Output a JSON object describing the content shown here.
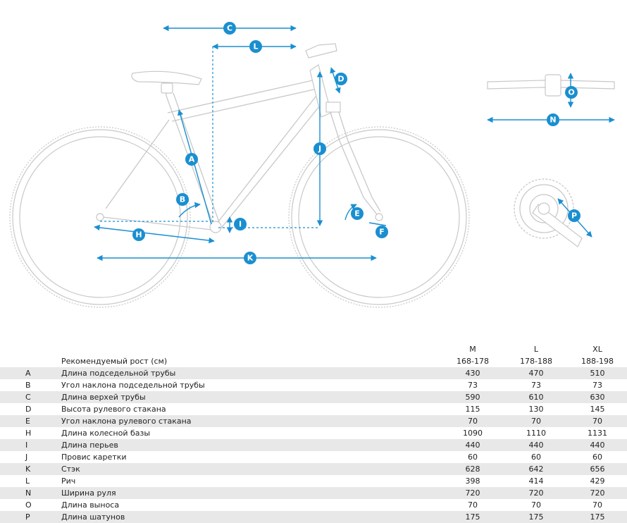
{
  "diagram_labels": [
    "A",
    "B",
    "C",
    "D",
    "E",
    "F",
    "H",
    "I",
    "J",
    "K",
    "L",
    "N",
    "O",
    "P"
  ],
  "colors": {
    "accent": "#1a8fd0",
    "frame": "#c8c8c8",
    "row_shade": "#e8e8e8"
  },
  "table": {
    "size_headers": [
      "M",
      "L",
      "XL"
    ],
    "recommended_height": {
      "label": "Рекомендуемый рост (см)",
      "values": [
        "168-178",
        "178-188",
        "188-198"
      ]
    },
    "rows": [
      {
        "code": "A",
        "name": "Длина подседельной трубы",
        "values": [
          "430",
          "470",
          "510"
        ]
      },
      {
        "code": "B",
        "name": "Угол наклона подседельной трубы",
        "values": [
          "73",
          "73",
          "73"
        ]
      },
      {
        "code": "C",
        "name": "Длина верхей трубы",
        "values": [
          "590",
          "610",
          "630"
        ]
      },
      {
        "code": "D",
        "name": "Высота рулевого стакана",
        "values": [
          "115",
          "130",
          "145"
        ]
      },
      {
        "code": "E",
        "name": "Угол наклона рулевого стакана",
        "values": [
          "70",
          "70",
          "70"
        ]
      },
      {
        "code": "H",
        "name": "Длина колесной базы",
        "values": [
          "1090",
          "1110",
          "1131"
        ]
      },
      {
        "code": "I",
        "name": "Длина перьев",
        "values": [
          "440",
          "440",
          "440"
        ]
      },
      {
        "code": "J",
        "name": "Провис каретки",
        "values": [
          "60",
          "60",
          "60"
        ]
      },
      {
        "code": "K",
        "name": "Стэк",
        "values": [
          "628",
          "642",
          "656"
        ]
      },
      {
        "code": "L",
        "name": "Рич",
        "values": [
          "398",
          "414",
          "429"
        ]
      },
      {
        "code": "N",
        "name": "Ширина руля",
        "values": [
          "720",
          "720",
          "720"
        ]
      },
      {
        "code": "O",
        "name": "Длина выноса",
        "values": [
          "70",
          "70",
          "70"
        ]
      },
      {
        "code": "P",
        "name": "Длина шатунов",
        "values": [
          "175",
          "175",
          "175"
        ]
      }
    ]
  }
}
